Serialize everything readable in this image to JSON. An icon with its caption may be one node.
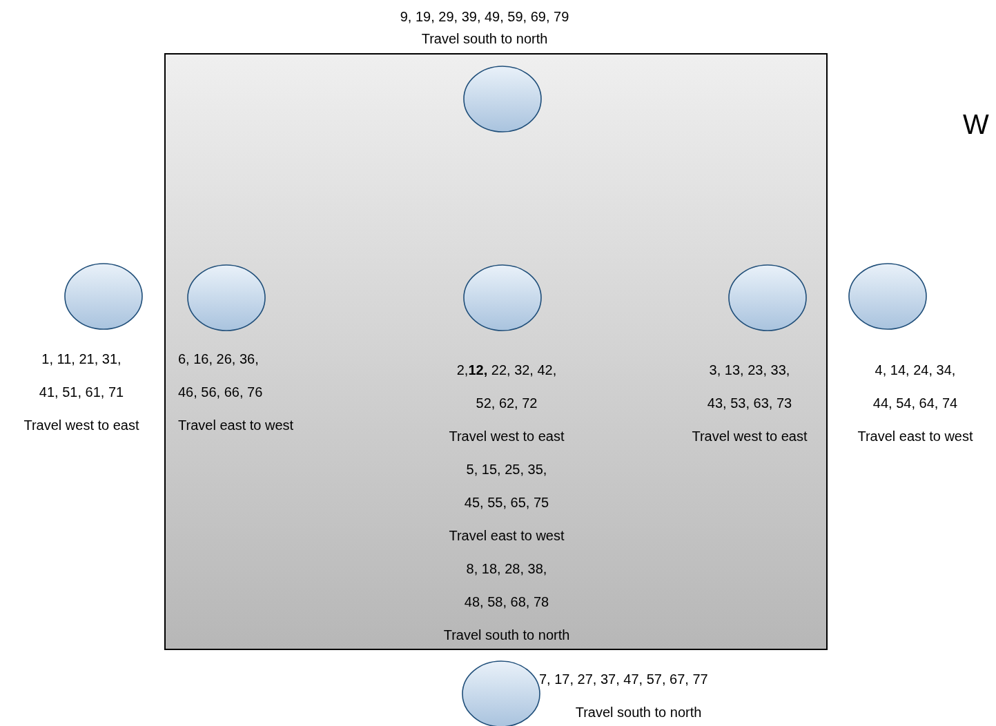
{
  "diagram": {
    "nodes": [
      {
        "text": [],
        "shape": "box"
      },
      {
        "text": [],
        "shape": "circle",
        "in": 0,
        "beside": [
          "9, 19, 29, 39, 49, 59, 69, 79",
          "Travel south to north"
        ]
      },
      {
        "text": [],
        "shape": "circle",
        "beside": [
          "1, 11, 21, 31,",
          "41, 51, 61, 71",
          "Travel west to east"
        ]
      },
      {
        "text": [],
        "shape": "circle",
        "in": 0,
        "beside": [
          "6, 16, 26, 36,",
          "46, 56, 66, 76",
          "Travel east to west"
        ]
      },
      {
        "text": [],
        "shape": "circle",
        "in": 0,
        "beside": [
          "2,**12,** 22, 32, 42,",
          "52, 62, 72",
          "Travel west to east",
          "5, 15, 25, 35,",
          "45, 55, 65, 75",
          "Travel east to west",
          "8, 18, 28, 38,",
          "48, 58, 68, 78",
          "Travel south to north"
        ]
      },
      {
        "text": [],
        "shape": "circle",
        "in": 0,
        "beside": [
          "3, 13, 23, 33,",
          "43, 53, 63, 73",
          "Travel west to east"
        ]
      },
      {
        "text": [],
        "shape": "circle",
        "beside": [
          "4, 14, 24, 34,",
          "44, 54, 64, 74",
          "Travel east to west"
        ]
      },
      {
        "text": [],
        "shape": "circle",
        "beside": [
          "7, 17, 27, 37, 47, 57, 67, 77",
          "Travel south to north"
        ]
      }
    ],
    "labels": [
      "W"
    ]
  }
}
